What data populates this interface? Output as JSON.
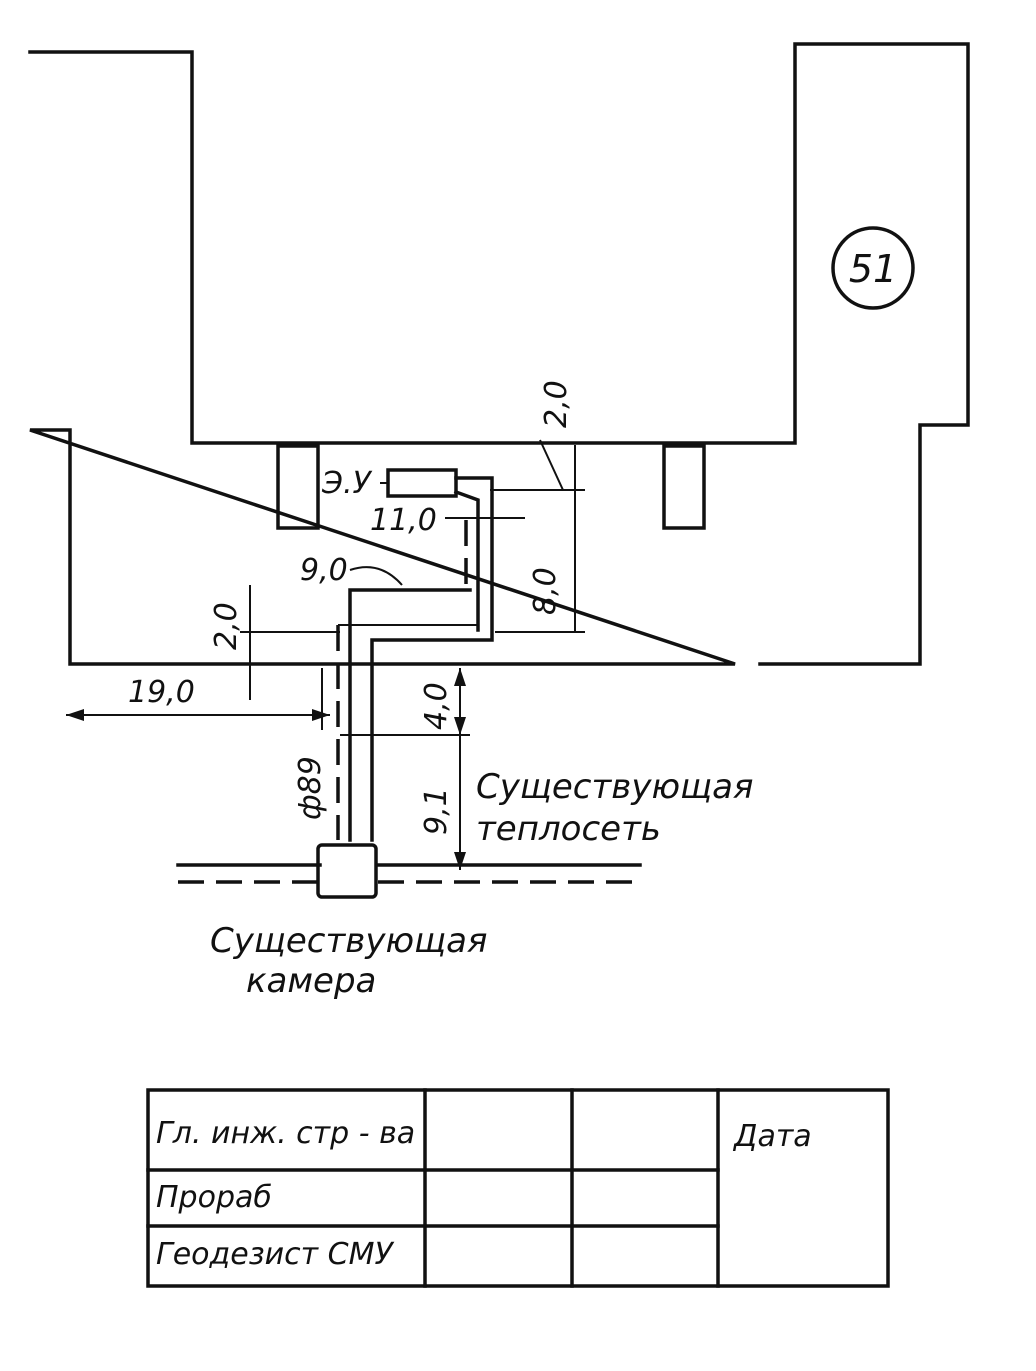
{
  "building": {
    "number": "51"
  },
  "equipment": {
    "unit_label": "Э.У"
  },
  "dimensions": {
    "d_top_2_0": "2,0",
    "d_11_0": "11,0",
    "d_9_0": "9,0",
    "d_8_0": "8,0",
    "d_left_2_0": "2,0",
    "d_19_0": "19,0",
    "d_4_0": "4,0",
    "d_9_1": "9,1",
    "d_pipe": "ф89"
  },
  "notes": {
    "network_line1": "Существующая",
    "network_line2": "теплосеть",
    "chamber_line1": "Существующая",
    "chamber_line2": "камера"
  },
  "signoff_table": {
    "rows": [
      {
        "role": "Гл. инж. стр - ва"
      },
      {
        "role": "Прораб"
      },
      {
        "role": "Геодезист СМУ"
      }
    ],
    "date_header": "Дата"
  }
}
